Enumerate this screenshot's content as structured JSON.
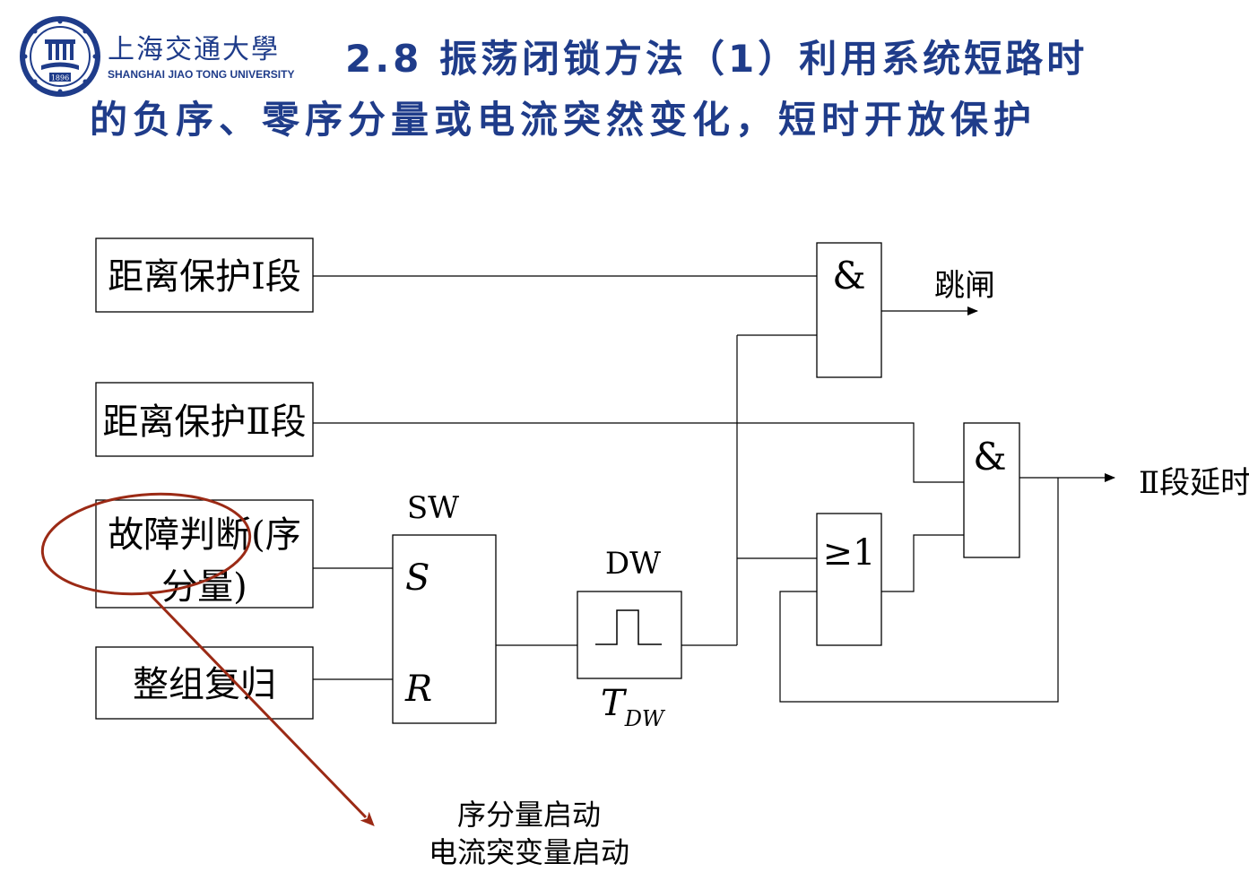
{
  "header": {
    "university_cn": "上海交通大學",
    "university_en": "SHANGHAI JIAO TONG UNIVERSITY",
    "logo_year": "1896",
    "title_line1": "2.8 振荡闭锁方法（1）利用系统短路时",
    "title_line2": "的负序、零序分量或电流突然变化，短时开放保护"
  },
  "diagram": {
    "blocks": {
      "dist1": "距离保护I段",
      "dist2": "距离保护Ⅱ段",
      "fault_line1": "故障判断(序",
      "fault_line2": "分量)",
      "reset": "整组复归"
    },
    "sw_label": "SW",
    "sw_set": "S",
    "sw_reset": "R",
    "dw_label": "DW",
    "tdw_main": "T",
    "tdw_sub": "DW",
    "and_gate": "&",
    "or_gate": "≥1",
    "output_trip": "跳闸",
    "output_zone2": "Ⅱ段延时",
    "note_line1": "序分量启动",
    "note_line2": "电流突变量启动"
  },
  "colors": {
    "title": "#1f3c8a",
    "annotation": "#9b2a15",
    "line": "#000000"
  }
}
